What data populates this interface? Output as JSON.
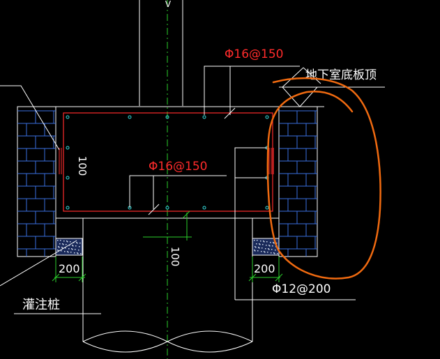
{
  "labels": {
    "top_rebar": "Φ16@150",
    "mid_rebar": "Φ16@150",
    "basement_slab_top": "地下室底板顶",
    "side_rebar": "Φ12@200",
    "dim_left": "200",
    "dim_right": "200",
    "dim_100_left": "100",
    "dim_100_center": "100",
    "pile": "灌注桩",
    "axis_mark": "V"
  },
  "colors": {
    "background": "#000000",
    "line": "#ffffff",
    "rebar_red": "#ff2b2b",
    "dim_green": "#2bd12b",
    "brick_blue": "#3a6fe0",
    "cyan": "#36e0e0",
    "highlight_orange": "#f06a10"
  }
}
